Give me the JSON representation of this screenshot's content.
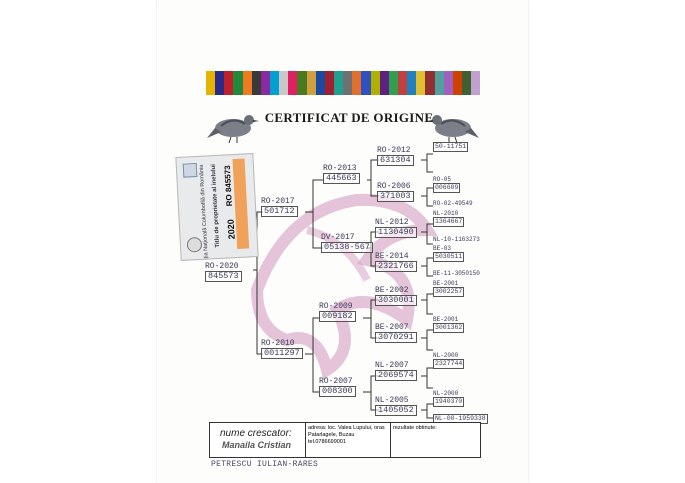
{
  "title": "CERTIFICAT DE ORIGINE",
  "stripe_colors": [
    "#e4b400",
    "#2a2a8a",
    "#c0202a",
    "#1e8a3a",
    "#f07a20",
    "#3a3a3a",
    "#8a2aa0",
    "#00a0d0",
    "#c8c8c8",
    "#e02060",
    "#4a7a20",
    "#d0a040",
    "#1a4aa0",
    "#a02030",
    "#20a090",
    "#707070",
    "#e07030",
    "#3050c0",
    "#b0b000",
    "#602080",
    "#30a050",
    "#c04040",
    "#2080c0",
    "#e0c030",
    "#903030",
    "#50a0a0",
    "#a060c0",
    "#d04000",
    "#406030",
    "#c0a0d0"
  ],
  "ownership_card": {
    "text_title": "Titlu de proprietate al inelului",
    "ring_code": "RO 845573",
    "year": "2020",
    "issuer": "Federația Națională Columbofilă din România"
  },
  "pedigree": {
    "subject": {
      "label": "RO-2020",
      "number": "845573"
    },
    "sire": {
      "label": "RO-2017",
      "number": "501712"
    },
    "dam": {
      "label": "RO-2010",
      "number": "0011297"
    },
    "grandparents": [
      {
        "label": "RO-2013",
        "number": "445663"
      },
      {
        "label": "DV-2017",
        "number": "05138-567"
      },
      {
        "label": "RO-2009",
        "number": "009182"
      },
      {
        "label": "RO-2007",
        "number": "008300"
      }
    ],
    "great_grandparents": [
      {
        "label": "RO-2012",
        "number": "631304"
      },
      {
        "label": "RO-2006",
        "number": "371003"
      },
      {
        "label": "NL-2012",
        "number": "1130490"
      },
      {
        "label": "BE-2014",
        "number": "2321766"
      },
      {
        "label": "BE-2002",
        "number": "3030001"
      },
      {
        "label": "BE-2007",
        "number": "3070291"
      },
      {
        "label": "NL-2007",
        "number": "2069574"
      },
      {
        "label": "NL-2005",
        "number": "1405052"
      }
    ],
    "gg_grandparents": [
      {
        "label": "",
        "number": "50-11751"
      },
      {
        "label": "RO-05",
        "number": "006609"
      },
      {
        "label": "RO-02-49549",
        "number": ""
      },
      {
        "label": "NL-2010",
        "number": "1364667"
      },
      {
        "label": "NL-10-1163273",
        "number": ""
      },
      {
        "label": "BE-03",
        "number": "5030511"
      },
      {
        "label": "BE-11-3050150",
        "number": ""
      },
      {
        "label": "BE-2001",
        "number": "3002257"
      },
      {
        "label": "BE-2001",
        "number": "3001362"
      },
      {
        "label": "NL-2000",
        "number": "2327744"
      },
      {
        "label": "NL-2000",
        "number": "1940370"
      },
      {
        "label": "NL-00-1959338",
        "number": ""
      }
    ]
  },
  "footer": {
    "breeder_label": "nume crescator:",
    "breeder_name": "Manaila Cristian",
    "address": "adresa: loc. Valea Lupului, oras Patarlagele, Buzau",
    "phone": "tel.0786699001",
    "results_label": "rezultate obtinute:"
  },
  "owner_handwriting": "PETRESCU IULIAN-RARES"
}
